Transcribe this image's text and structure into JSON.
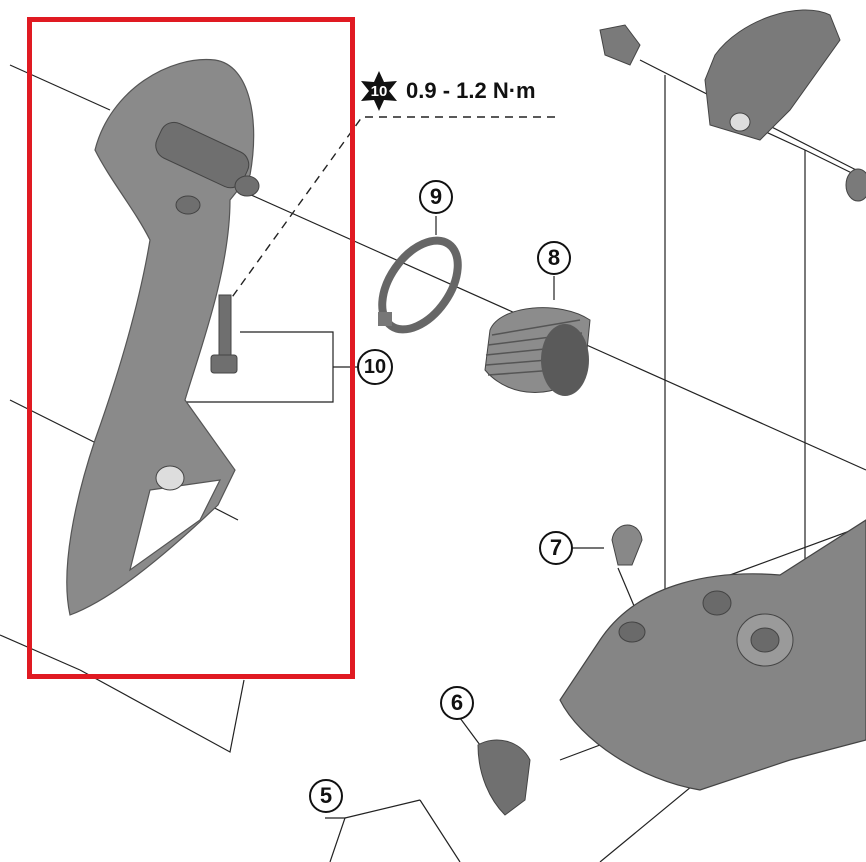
{
  "diagram": {
    "type": "exploded parts diagram",
    "subject": "rear derailleur (pulley cage assembly)",
    "highlight_frame_color": "#e01a22",
    "torque_spec": {
      "tool_icon": "hex-star-10",
      "tool_label": "10",
      "value": "0.9 - 1.2 N·m"
    },
    "callouts": [
      {
        "id": "5",
        "label": "5"
      },
      {
        "id": "6",
        "label": "6"
      },
      {
        "id": "7",
        "label": "7"
      },
      {
        "id": "8",
        "label": "8"
      },
      {
        "id": "9",
        "label": "9"
      },
      {
        "id": "10",
        "label": "10"
      }
    ]
  }
}
